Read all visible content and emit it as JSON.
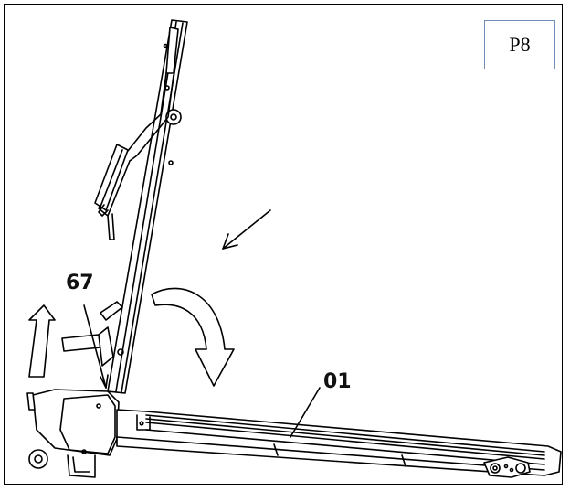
{
  "page_label": "P8",
  "callouts": {
    "part_67": "67",
    "part_01": "01"
  },
  "colors": {
    "line": "#000000",
    "page_box_border": "#6f8fb8",
    "arrow_fill": "#ffffff"
  }
}
